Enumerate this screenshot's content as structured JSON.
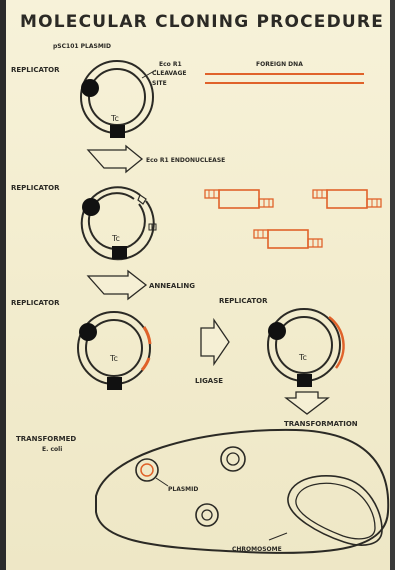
{
  "title": "MOLECULAR CLONING PROCEDURE",
  "labels": {
    "plasmid_name": "pSC101 PLASMID",
    "replicator_1": "REPLICATOR",
    "eco_r1_line1": "Eco R1",
    "eco_r1_line2": "CLEAVAGE",
    "eco_r1_line3": "SITE",
    "foreign_dna": "FOREIGN DNA",
    "tc_1": "Tc",
    "endonuclease": "Eco R1 ENDONUCLEASE",
    "replicator_2": "REPLICATOR",
    "tc_2": "Tc",
    "annealing": "ANNEALING",
    "replicator_3": "REPLICATOR",
    "replicator_4": "REPLICATOR",
    "tc_3": "Tc",
    "tc_4": "Tc",
    "ligase": "LIGASE",
    "transformation": "TRANSFORMATION",
    "transformed_line1": "TRANSFORMED",
    "transformed_line2": "E. coli",
    "plasmid": "PLASMID",
    "chromosome": "CHROMOSOME"
  },
  "colors": {
    "ink": "#2b2a25",
    "dna_orange": "#e0622a",
    "board": "#f5efd4"
  }
}
